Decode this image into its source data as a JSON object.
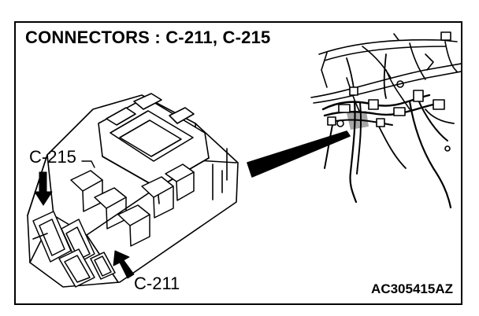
{
  "diagram": {
    "title": "CONNECTORS : C-211, C-215",
    "callouts": {
      "c215": "C-215",
      "c211": "C-211"
    },
    "figure_code": "AC305415AZ"
  },
  "colors": {
    "line": "#000000",
    "background": "#ffffff"
  }
}
